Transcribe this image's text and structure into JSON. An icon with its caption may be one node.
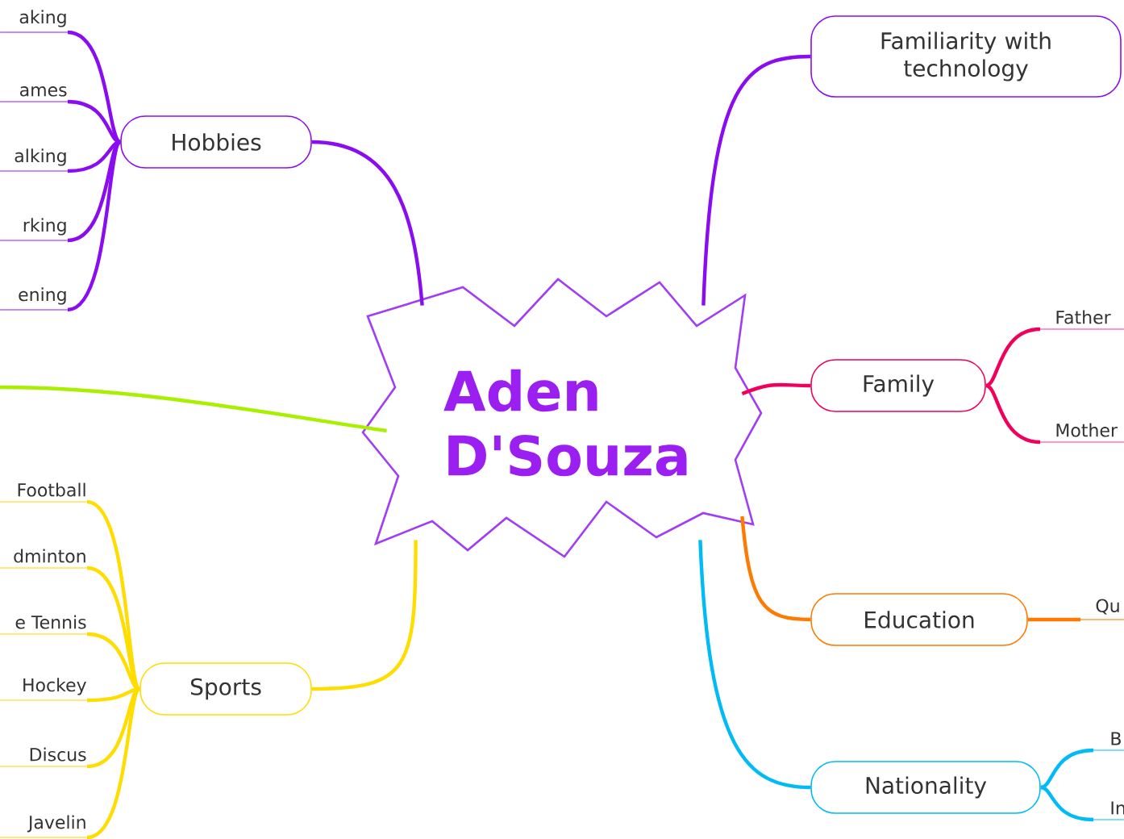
{
  "diagram": {
    "nodes": [
      {
        "text": [
          "Aden D'Souza"
        ]
      },
      {
        "text": [
          "Hobbies"
        ]
      },
      {
        "text": [
          "aking"
        ]
      },
      {
        "text": [
          "ames"
        ]
      },
      {
        "text": [
          "alking"
        ]
      },
      {
        "text": [
          "rking"
        ]
      },
      {
        "text": [
          "ening"
        ]
      },
      {
        "text": [
          "Sports"
        ]
      },
      {
        "text": [
          "Football"
        ]
      },
      {
        "text": [
          "dminton"
        ]
      },
      {
        "text": [
          "e Tennis"
        ]
      },
      {
        "text": [
          "Hockey"
        ]
      },
      {
        "text": [
          "Discus"
        ]
      },
      {
        "text": [
          "Javelin"
        ]
      },
      {
        "text": [
          "Familiarity with technology"
        ]
      },
      {
        "text": [
          "Family"
        ]
      },
      {
        "text": [
          "Father"
        ]
      },
      {
        "text": [
          "Mother"
        ]
      },
      {
        "text": [
          "Education"
        ]
      },
      {
        "text": [
          "Qu"
        ]
      },
      {
        "text": [
          "Nationality"
        ]
      },
      {
        "text": [
          "B"
        ]
      },
      {
        "text": [
          "In"
        ]
      }
    ],
    "edges": [
      {
        "from": 0,
        "to": 1,
        "arrow": "none",
        "color": "#8a0cf0"
      },
      {
        "from": 1,
        "to": 2,
        "arrow": "none",
        "color": "#8a0cf0"
      },
      {
        "from": 1,
        "to": 3,
        "arrow": "none",
        "color": "#8a0cf0"
      },
      {
        "from": 1,
        "to": 4,
        "arrow": "none",
        "color": "#8a0cf0"
      },
      {
        "from": 1,
        "to": 5,
        "arrow": "none",
        "color": "#8a0cf0"
      },
      {
        "from": 1,
        "to": 6,
        "arrow": "none",
        "color": "#8a0cf0"
      },
      {
        "from": 0,
        "to": null,
        "arrow": "none",
        "color": "#a8f000"
      },
      {
        "from": 0,
        "to": 7,
        "arrow": "none",
        "color": "#ffdd00"
      },
      {
        "from": 7,
        "to": 8,
        "arrow": "none",
        "color": "#ffdd00"
      },
      {
        "from": 7,
        "to": 9,
        "arrow": "none",
        "color": "#ffdd00"
      },
      {
        "from": 7,
        "to": 10,
        "arrow": "none",
        "color": "#ffdd00"
      },
      {
        "from": 7,
        "to": 11,
        "arrow": "none",
        "color": "#ffdd00"
      },
      {
        "from": 7,
        "to": 12,
        "arrow": "none",
        "color": "#ffdd00"
      },
      {
        "from": 7,
        "to": 13,
        "arrow": "none",
        "color": "#ffdd00"
      },
      {
        "from": 0,
        "to": 14,
        "arrow": "none",
        "color": "#8a0cf0"
      },
      {
        "from": 0,
        "to": 15,
        "arrow": "none",
        "color": "#f0005a"
      },
      {
        "from": 15,
        "to": 16,
        "arrow": "none",
        "color": "#f0005a"
      },
      {
        "from": 15,
        "to": 17,
        "arrow": "none",
        "color": "#f0005a"
      },
      {
        "from": 0,
        "to": 18,
        "arrow": "none",
        "color": "#ff7a00"
      },
      {
        "from": 18,
        "to": 19,
        "arrow": "none",
        "color": "#ff7a00"
      },
      {
        "from": 0,
        "to": 20,
        "arrow": "none",
        "color": "#00bbf5"
      },
      {
        "from": 20,
        "to": 21,
        "arrow": "none",
        "color": "#00bbf5"
      },
      {
        "from": 20,
        "to": 22,
        "arrow": "none",
        "color": "#00bbf5"
      }
    ]
  }
}
